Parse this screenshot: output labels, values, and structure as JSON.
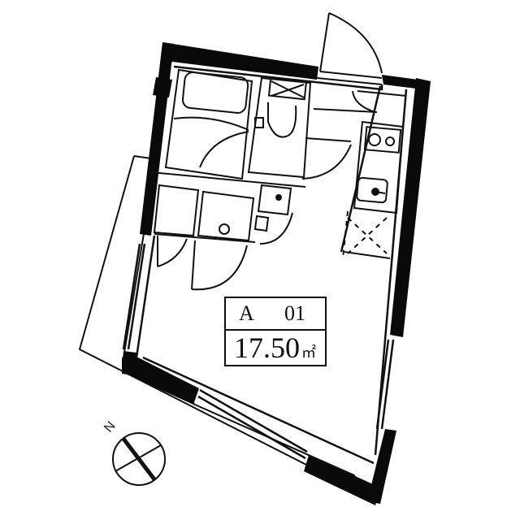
{
  "unit": {
    "type_label": "A",
    "number": "01",
    "area_value": "17.50",
    "area_unit": "㎡"
  },
  "compass": {
    "north_label": "N"
  },
  "rooms": [
    {
      "name": "bathroom",
      "fixture": "bathtub"
    },
    {
      "name": "toilet",
      "fixture": "toilet"
    },
    {
      "name": "kitchen",
      "fixture": "stove-and-sink"
    },
    {
      "name": "washing-machine-space"
    },
    {
      "name": "closet"
    },
    {
      "name": "storage"
    },
    {
      "name": "main-room"
    },
    {
      "name": "balcony"
    }
  ],
  "colors": {
    "wall": "#0a0a0a",
    "line": "#111111",
    "background": "#ffffff"
  }
}
